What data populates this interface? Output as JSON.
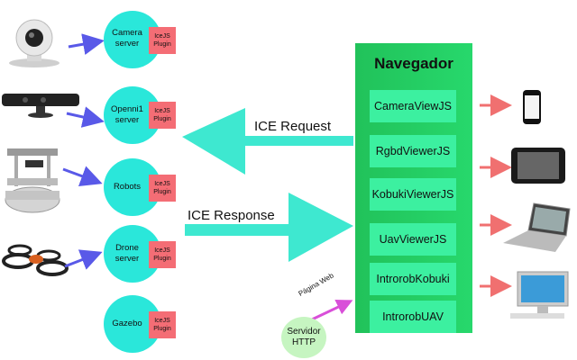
{
  "servers": [
    {
      "label": "Camera server",
      "plugin": "IceJS Plugin"
    },
    {
      "label": "Openni1 server",
      "plugin": "IceJS Plugin"
    },
    {
      "label": "Robots",
      "plugin": "IceJS Plugin"
    },
    {
      "label": "Drone server",
      "plugin": "IceJS Plugin"
    },
    {
      "label": "Gazebo",
      "plugin": "IceJS Plugin"
    }
  ],
  "navigator": {
    "title": "Navegador",
    "viewers": [
      "CameraViewJS",
      "RgbdViewerJS",
      "KobukiViewerJS",
      "UavViewerJS",
      "IntrorobKobuki",
      "IntrorobUAV"
    ]
  },
  "arrows": {
    "request_label": "ICE Request",
    "response_label": "ICE Response"
  },
  "http_server": {
    "label": "Servidor HTTP",
    "page_label": "Página Web"
  },
  "colors": {
    "server_fill": "#2ae7da",
    "plugin_fill": "#f46d75",
    "navigator_fill": "#21c25a",
    "viewer_fill": "#3cf0a0",
    "ice_arrow": "#3ee8d0",
    "device_arrow": "#5959e8",
    "client_arrow": "#f07070",
    "web_arrow": "#d94fd9"
  }
}
